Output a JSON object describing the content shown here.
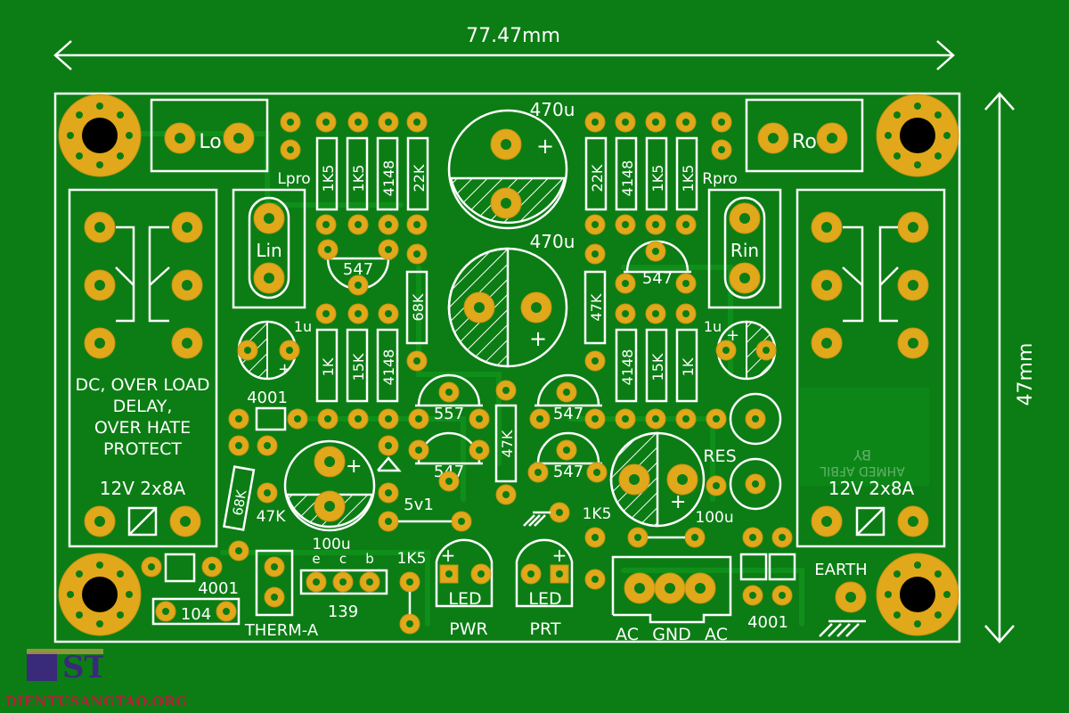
{
  "dimensions": {
    "width_label": "77.47mm",
    "height_label": "47mm"
  },
  "labels": {
    "lo": "Lo",
    "ro": "Ro",
    "lpro": "Lpro",
    "rpro": "Rpro",
    "lin": "Lin",
    "rin": "Rin",
    "cap_top": "470u",
    "cap_mid": "470u",
    "r_1k5_a": "1K5",
    "r_1k5_b": "1K5",
    "d_4148_a": "4148",
    "r_22k_a": "22K",
    "r_22k_b": "22K",
    "d_4148_b": "4148",
    "r_1k5_c": "1K5",
    "r_1k5_d": "1K5",
    "t_547_a": "547",
    "t_547_b": "547",
    "r_68k_a": "68K",
    "r_47k_a": "47K",
    "r_47k_b": "47K",
    "cap_1u_a": "1u",
    "cap_1u_b": "1u",
    "r_1k_a": "1K",
    "r_15k_a": "15K",
    "d_4148_c": "4148",
    "d_4148_d": "4148",
    "r_15k_b": "15K",
    "r_1k_b": "1K",
    "protect_text_1": "DC, OVER LOAD",
    "protect_text_2": "DELAY,",
    "protect_text_3": "OVER HATE",
    "protect_text_4": "PROTECT",
    "relay_left": "12V 2x8A",
    "relay_right": "12V 2x8A",
    "d_4001_a": "4001",
    "t_557": "557",
    "t_547_c": "547",
    "t_547_d": "547",
    "t_547_e": "547",
    "r_68k_b": "68K",
    "r_47k_c": "47K",
    "zener": "5v1",
    "cap_100u_a": "100u",
    "cap_100u_b": "100u",
    "res": "RES",
    "by_text": "BY",
    "author_text": "AHMED AFBIL",
    "r_1k5_e": "1K5",
    "r_1k5_f": "1K5",
    "ebc_e": "e",
    "ebc_c": "c",
    "ebc_b": "b",
    "t_139": "139",
    "d_4001_b": "4001",
    "cap_104": "104",
    "therm": "THERM-A",
    "led_pwr": "LED",
    "led_prt": "LED",
    "pwr": "PWR",
    "prt": "PRT",
    "ac_l": "AC",
    "gnd": "GND",
    "ac_r": "AC",
    "d_4001_c": "4001",
    "earth": "EARTH"
  },
  "logo": {
    "url_text": "DIENTUSANGTAO.ORG"
  },
  "colors": {
    "board": "#0b7d14",
    "pad": "#e0a81a",
    "silk": "#ffffff",
    "logo": "#b3203a"
  }
}
